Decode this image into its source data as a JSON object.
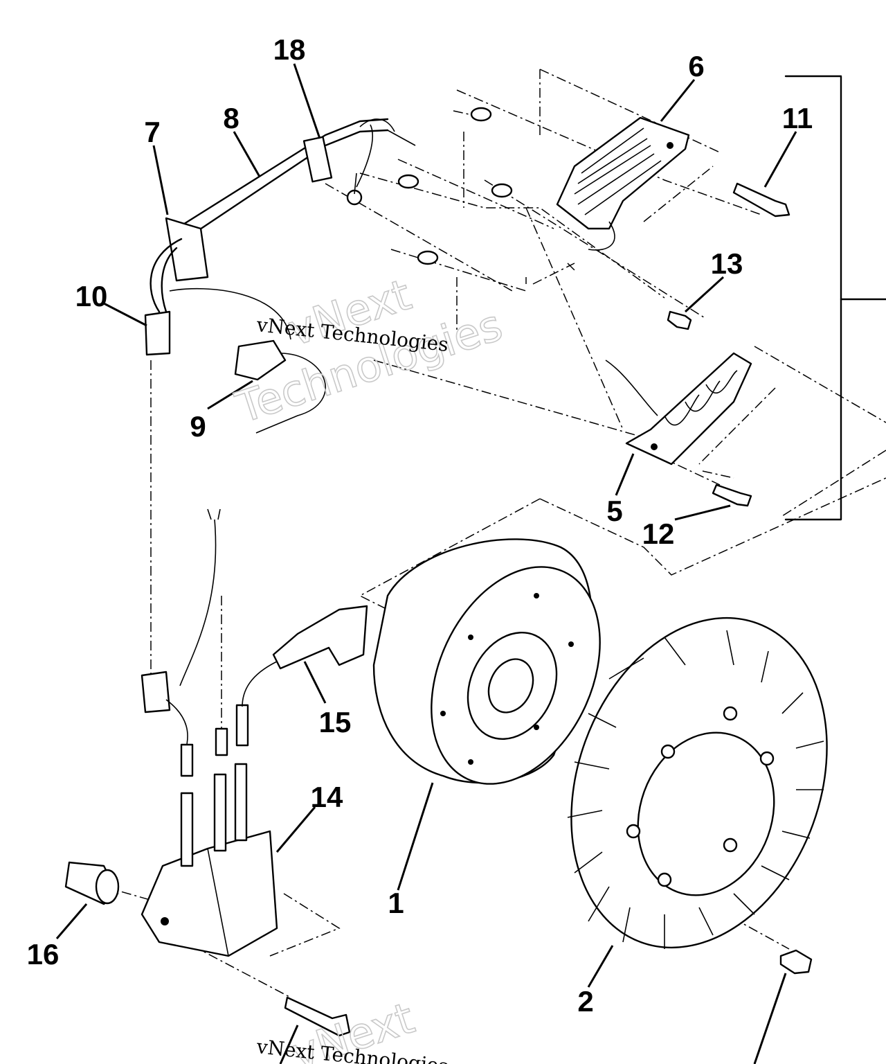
{
  "callouts": {
    "c1": "1",
    "c2": "2",
    "c5": "5",
    "c6": "6",
    "c7": "7",
    "c8": "8",
    "c9": "9",
    "c10": "10",
    "c11": "11",
    "c12": "12",
    "c13": "13",
    "c14": "14",
    "c15": "15",
    "c16": "16",
    "c18": "18"
  },
  "watermark": {
    "brand": "vNext",
    "line1": "vNext Technologies",
    "line2": "Technologies"
  }
}
